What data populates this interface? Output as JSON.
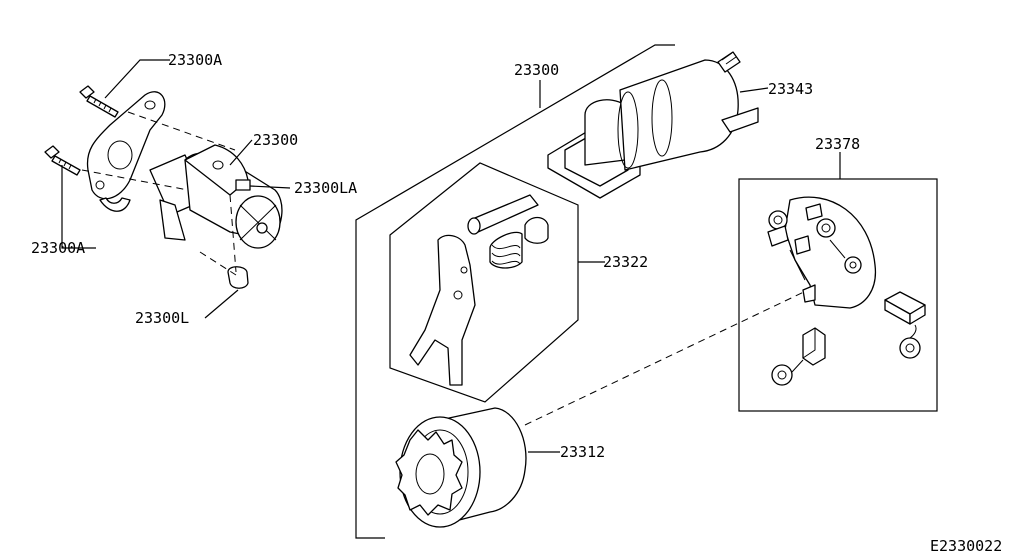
{
  "labels": {
    "bolt_upper": "23300A",
    "bolt_lower": "23300A",
    "starter_assy": "23300",
    "starter_main": "23300",
    "nut": "23300LA",
    "cap": "23300L",
    "solenoid": "23343",
    "lever_kit": "23322",
    "pinion": "23312",
    "brush_holder": "23378",
    "diagram_code": "E2330022"
  }
}
